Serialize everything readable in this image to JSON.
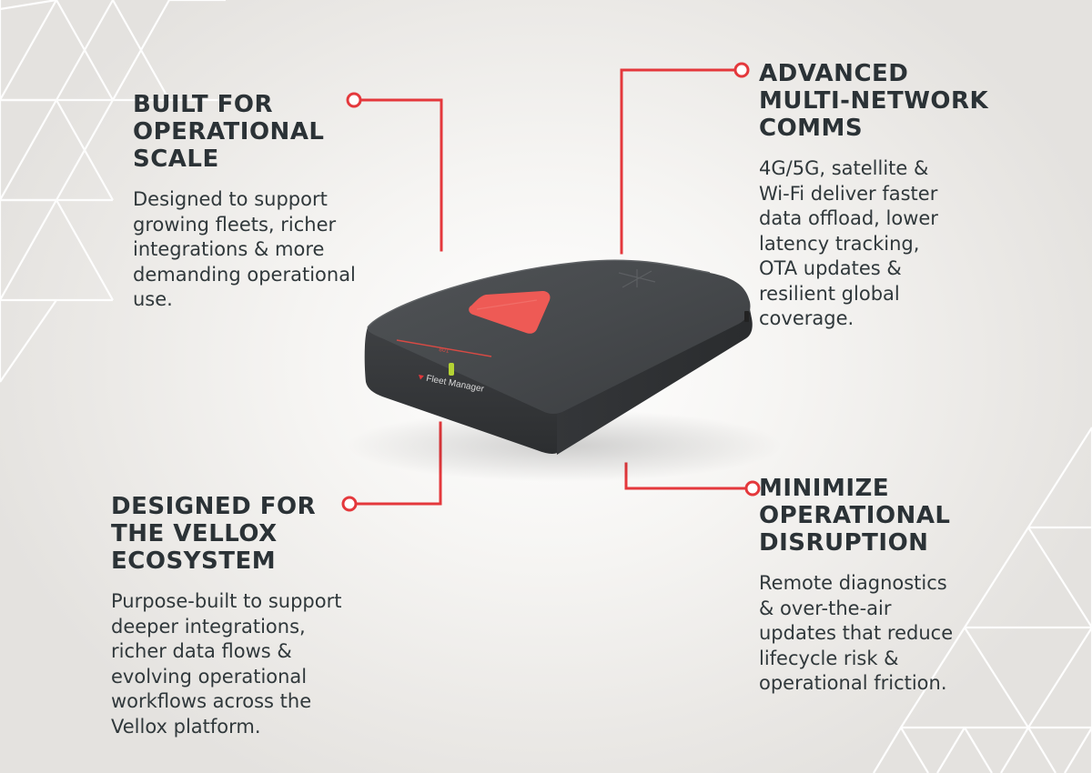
{
  "callouts": {
    "top_left": {
      "heading": [
        "BUILT FOR",
        "OPERATIONAL",
        "SCALE"
      ],
      "body": [
        "Designed to support",
        "growing fleets, richer",
        "integrations & more",
        "demanding operational",
        "use."
      ]
    },
    "top_right": {
      "heading": [
        "ADVANCED",
        "MULTI-NETWORK",
        "COMMS"
      ],
      "body": [
        "4G/5G, satellite &",
        "Wi-Fi deliver faster",
        "data offload, lower",
        "latency tracking,",
        "OTA updates &",
        "resilient global",
        "coverage."
      ]
    },
    "bottom_left": {
      "heading": [
        "DESIGNED FOR",
        "THE VELLOX",
        "ECOSYSTEM"
      ],
      "body": [
        "Purpose-built to support",
        "deeper integrations,",
        "richer data flows &",
        "evolving operational",
        "workflows across the",
        "Vellox platform."
      ]
    },
    "bottom_right": {
      "heading": [
        "MINIMIZE",
        "OPERATIONAL",
        "DISRUPTION"
      ],
      "body": [
        "Remote diagnostics",
        "& over-the-air",
        "updates that reduce",
        "lifecycle risk &",
        "operational friction."
      ]
    }
  },
  "device": {
    "label": "Fleet Manager",
    "small_label": "801"
  },
  "colors": {
    "accent_red": "#e4383c",
    "heading": "#2b3236",
    "body_text": "#30383b",
    "device_body": "#3a3c3f",
    "device_button": "#ee5a55",
    "status_led": "#b5d334"
  },
  "icons": [
    "triangle-logo-icon",
    "status-led-icon"
  ]
}
